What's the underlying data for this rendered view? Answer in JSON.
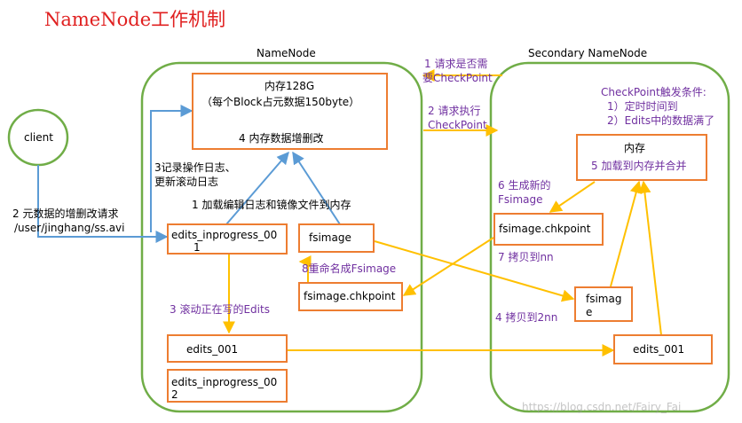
{
  "title": "NameNode工作机制",
  "client": {
    "label": "client"
  },
  "namenode": {
    "label": "NameNode",
    "memory": {
      "line1": "内存128G",
      "line2": "（每个Block占元数据150byte）",
      "line3": "4 内存数据增删改"
    },
    "edits_inprogress_001": {
      "line1": "edits_inprogress_00",
      "line2": "1"
    },
    "fsimage": "fsimage",
    "fsimage_chkpoint": "fsimage.chkpoint",
    "edits_001": "edits_001",
    "edits_inprogress_002": {
      "line1": "edits_inprogress_00",
      "line2": "2"
    }
  },
  "secondary": {
    "label": "Secondary NameNode",
    "trigger": {
      "line1": "CheckPoint触发条件:",
      "line2": "1）定时时间到",
      "line3": "2）Edits中的数据满了"
    },
    "memory": {
      "line1": "内存",
      "line2": "5 加载到内存并合并"
    },
    "fsimage_chkpoint": "fsimage.chkpoint",
    "fsimage": {
      "line1": "fsimag",
      "line2": "e"
    },
    "edits_001": "edits_001"
  },
  "labels": {
    "step1_load": "1 加载编辑日志和镜像文件到内存",
    "step2_request": {
      "line1": "2 元数据的增删改请求",
      "line2": "/user/jinghang/ss.avi"
    },
    "step3_log": {
      "line1": "3记录操作日志、",
      "line2": "更新滚动日志"
    },
    "step3_roll": "3 滚动正在写的Edits",
    "step8_rename": "8重命名成Fsimage",
    "q1": {
      "line1": "1 请求是否需",
      "line2": "要CheckPoint"
    },
    "q2": {
      "line1": "2 请求执行",
      "line2": "CheckPoint"
    },
    "step6": {
      "line1": "6 生成新的",
      "line2": "Fsimage"
    },
    "step7": "7 拷贝到nn",
    "step4": "4 拷贝到2nn"
  },
  "watermark": "https://blog.csdn.net/Fairy_Fai",
  "colors": {
    "title": "#e02020",
    "container_border": "#70ad47",
    "box_border": "#ed7d31",
    "blue_arrow": "#5b9bd5",
    "yellow_arrow": "#ffc000",
    "purple_text": "#7030a0"
  }
}
